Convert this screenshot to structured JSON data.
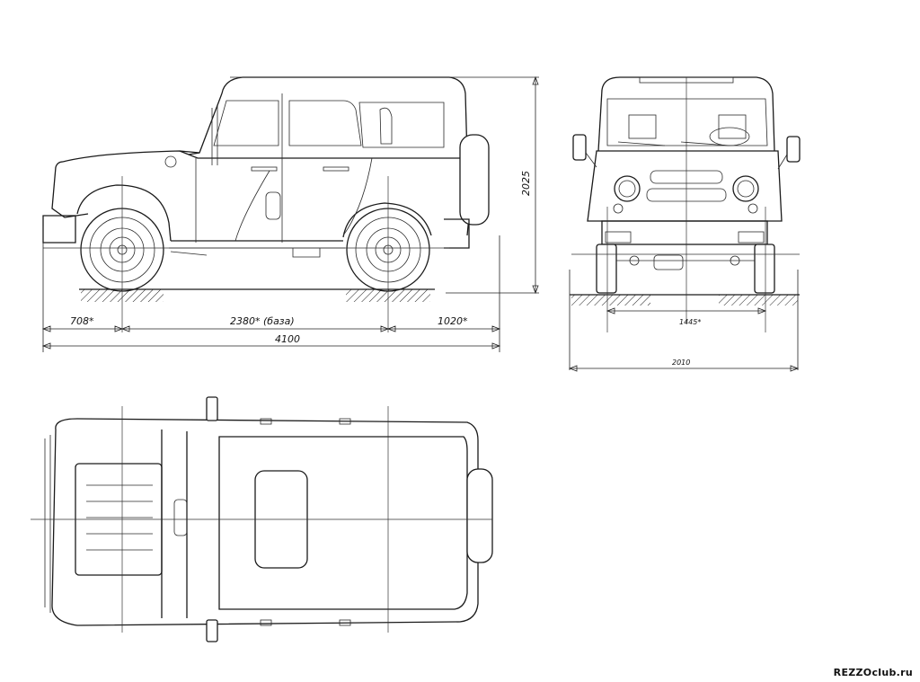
{
  "dimensions": {
    "front_overhang": "708*",
    "wheelbase": "2380* (база)",
    "rear_overhang": "1020*",
    "overall_length": "4100",
    "height": "2025",
    "track": "1445*",
    "overall_width": "2010"
  },
  "credit": "REZZOclub.ru"
}
